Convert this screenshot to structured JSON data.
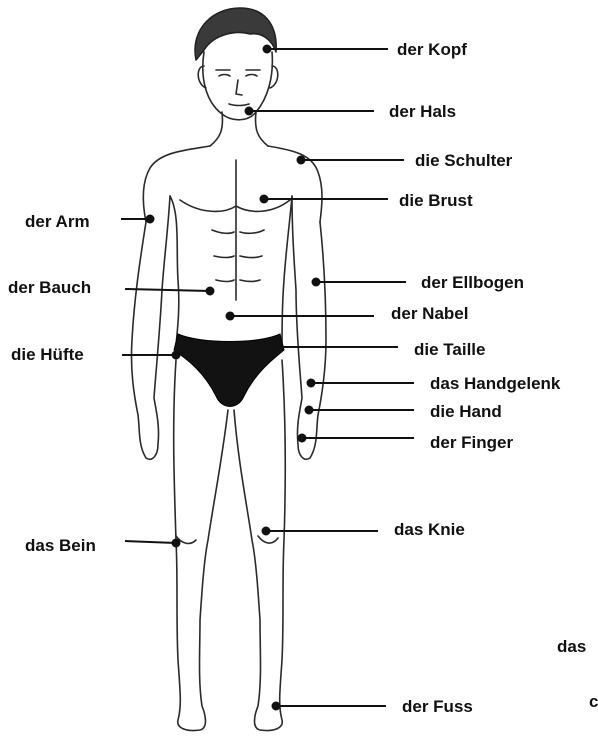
{
  "diagram": {
    "labels": {
      "kopf": "der Kopf",
      "hals": "der Hals",
      "schulter": "die Schulter",
      "brust": "die Brust",
      "arm": "der Arm",
      "bauch": "der Bauch",
      "ellbogen": "der Ellbogen",
      "nabel": "der Nabel",
      "huefte": "die Hüfte",
      "taille": "die Taille",
      "handgelenk": "das Handgelenk",
      "hand": "die Hand",
      "finger": "der Finger",
      "bein": "das Bein",
      "knie": "das Knie",
      "fuss": "der Fuss",
      "clipped_1": "das",
      "clipped_2": "c"
    },
    "colors": {
      "text": "#111111",
      "leader_line": "#111111",
      "figure_stroke": "#2a2a2a",
      "hair": "#3a3a3a",
      "briefs": "#121212"
    }
  }
}
